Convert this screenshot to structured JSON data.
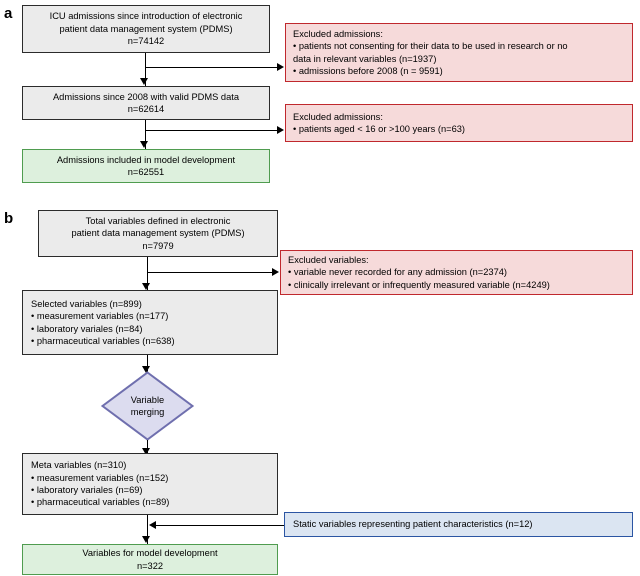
{
  "figure": {
    "panels": [
      {
        "id": "a",
        "label": "a",
        "nodes": {
          "source": {
            "lines": [
              "ICU admissions since introduction of electronic",
              "patient data management system (PDMS)",
              "n=74142"
            ]
          },
          "valid_pdms": {
            "lines": [
              "Admissions since 2008 with valid PDMS data",
              "n=62614"
            ]
          },
          "included": {
            "lines": [
              "Admissions included in model development",
              "n=62551"
            ]
          },
          "excluded_1": {
            "lines": [
              "Excluded admissions:",
              "• patients not consenting for their data to be used in research or no",
              "   data in relevant variables (n=1937)",
              "• admissions before 2008 (n = 9591)"
            ]
          },
          "excluded_2": {
            "lines": [
              "Excluded admissions:",
              "• patients  aged < 16 or >100 years (n=63)"
            ]
          }
        }
      },
      {
        "id": "b",
        "label": "b",
        "nodes": {
          "total_variables": {
            "lines": [
              "Total variables defined in electronic",
              "patient data management system (PDMS)",
              "n=7979"
            ]
          },
          "excluded_variables": {
            "lines": [
              "Excluded variables:",
              "• variable never recorded for any admission  (n=2374)",
              "• clinically  irrelevant or infrequently measured variable (n=4249)"
            ]
          },
          "selected_variables": {
            "lines": [
              "Selected variables (n=899)",
              "• measurement variables (n=177)",
              "• laboratory variales (n=84)",
              "• pharmaceutical variables (n=638)"
            ]
          },
          "variable_merging": {
            "lines": [
              "Variable",
              "merging"
            ]
          },
          "meta_variables": {
            "lines": [
              "Meta variables (n=310)",
              "• measurement variables (n=152)",
              "• laboratory variales (n=69)",
              "• pharmaceutical variables (n=89)"
            ]
          },
          "static_variables": {
            "lines": [
              "Static variables representing patient characteristics (n=12)"
            ]
          },
          "final": {
            "lines": [
              "Variables for model development",
              "n=322"
            ]
          }
        }
      }
    ]
  },
  "colors": {
    "grey_fill": "#ebebeb",
    "grey_border": "#2b2b2b",
    "green_fill": "#ddf0dd",
    "green_border": "#4f9c4f",
    "red_fill": "#f6dada",
    "red_border": "#c0282d",
    "blue_fill": "#dbe5f2",
    "blue_border": "#2b55a3",
    "diamond_fill": "#dcdcef",
    "diamond_border": "#6f6fae",
    "connector": "#000000"
  }
}
